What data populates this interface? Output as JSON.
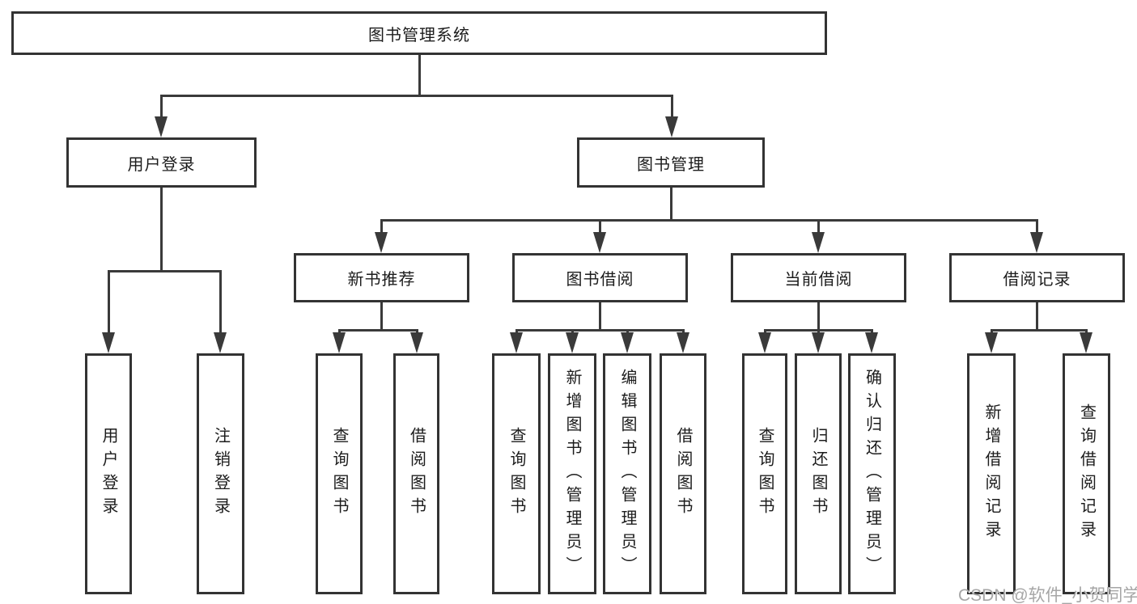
{
  "colors": {
    "line": "#3a3a3a",
    "box_border": "#333333",
    "box_fill": "#ffffff",
    "text": "#1c1c1c",
    "watermark": "#a6a6a6"
  },
  "diagram": {
    "root": {
      "label": "图书管理系统"
    },
    "branches": [
      {
        "label": "用户登录",
        "leaves": [
          {
            "label": "用户登录"
          },
          {
            "label": "注销登录"
          }
        ]
      },
      {
        "label": "图书管理",
        "groups": [
          {
            "label": "新书推荐",
            "leaves": [
              {
                "label": "查询图书"
              },
              {
                "label": "借阅图书"
              }
            ]
          },
          {
            "label": "图书借阅",
            "leaves": [
              {
                "label": "查询图书"
              },
              {
                "label": "新增图书（管理员）"
              },
              {
                "label": "编辑图书（管理员）"
              },
              {
                "label": "借阅图书"
              }
            ]
          },
          {
            "label": "当前借阅",
            "leaves": [
              {
                "label": "查询图书"
              },
              {
                "label": "归还图书"
              },
              {
                "label": "确认归还（管理员）"
              }
            ]
          },
          {
            "label": "借阅记录",
            "leaves": [
              {
                "label": "新增借阅记录"
              },
              {
                "label": "查询借阅记录"
              }
            ]
          }
        ]
      }
    ]
  },
  "watermark": {
    "text": "CSDN @软件_小贺同学"
  }
}
